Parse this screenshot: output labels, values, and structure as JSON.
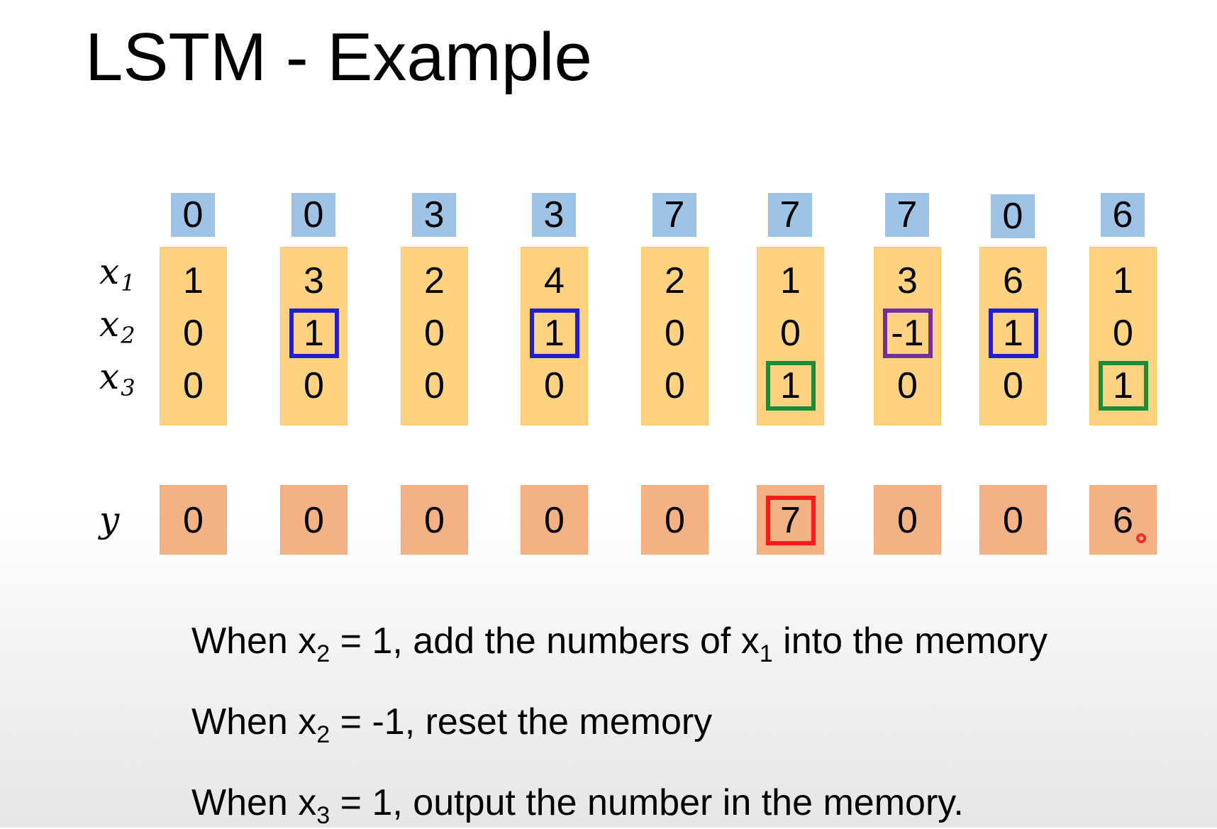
{
  "title": "LSTM - Example",
  "labels": {
    "x1": {
      "base": "x",
      "sub": "1"
    },
    "x2": {
      "base": "x",
      "sub": "2"
    },
    "x3": {
      "base": "x",
      "sub": "3"
    },
    "y": "y"
  },
  "columns": [
    {
      "memory": "0",
      "x1": "1",
      "x2": "0",
      "x3": "0",
      "y": "0",
      "highlight": {}
    },
    {
      "memory": "0",
      "x1": "3",
      "x2": "1",
      "x3": "0",
      "y": "0",
      "highlight": {
        "x2": "blue"
      }
    },
    {
      "memory": "3",
      "x1": "2",
      "x2": "0",
      "x3": "0",
      "y": "0",
      "highlight": {}
    },
    {
      "memory": "3",
      "x1": "4",
      "x2": "1",
      "x3": "0",
      "y": "0",
      "highlight": {
        "x2": "blue"
      }
    },
    {
      "memory": "7",
      "x1": "2",
      "x2": "0",
      "x3": "0",
      "y": "0",
      "highlight": {}
    },
    {
      "memory": "7",
      "x1": "1",
      "x2": "0",
      "x3": "1",
      "y": "7",
      "highlight": {
        "x3": "green",
        "y": "red"
      }
    },
    {
      "memory": "7",
      "x1": "3",
      "x2": "-1",
      "x3": "0",
      "y": "0",
      "highlight": {
        "x2": "purple"
      }
    },
    {
      "memory": "0",
      "x1": "6",
      "x2": "1",
      "x3": "0",
      "y": "0",
      "highlight": {
        "x2": "blue"
      }
    },
    {
      "memory": "6",
      "x1": "1",
      "x2": "0",
      "x3": "1",
      "y": "6",
      "highlight": {
        "x3": "green"
      }
    }
  ],
  "colors": {
    "memory_fill": "#9dc3e6",
    "input_fill": "#ffd27f",
    "output_fill": "#f4b183",
    "highlight_blue": "#1f1fd6",
    "highlight_purple": "#7030a0",
    "highlight_green": "#1a8c3a",
    "highlight_red": "#ff1a1a"
  },
  "rules": [
    {
      "pre": "When x",
      "sub": "2",
      "mid": " = 1, add the numbers of x",
      "sub2": "1",
      "post": " into the memory"
    },
    {
      "pre": "When x",
      "sub": "2",
      "mid": " = -1, reset the memory",
      "sub2": "",
      "post": ""
    },
    {
      "pre": "When x",
      "sub": "3",
      "mid": " = 1, output the number in the memory.",
      "sub2": "",
      "post": ""
    }
  ]
}
